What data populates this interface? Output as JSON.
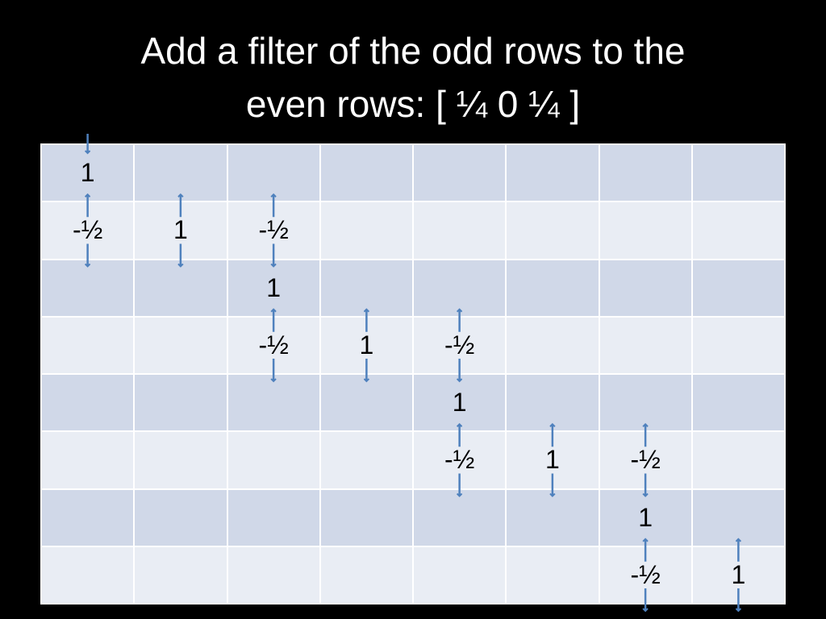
{
  "title": {
    "line1": "Add a filter of the odd rows to the",
    "line2": "even rows: [ ¼ 0 ¼ ]"
  },
  "matrix": {
    "rows": [
      [
        "1",
        "",
        "",
        "",
        "",
        "",
        "",
        ""
      ],
      [
        "-½",
        "1",
        "-½",
        "",
        "",
        "",
        "",
        ""
      ],
      [
        "",
        "",
        "1",
        "",
        "",
        "",
        "",
        ""
      ],
      [
        "",
        "",
        "-½",
        "1",
        "-½",
        "",
        "",
        ""
      ],
      [
        "",
        "",
        "",
        "",
        "1",
        "",
        "",
        ""
      ],
      [
        "",
        "",
        "",
        "",
        "-½",
        "1",
        "-½",
        ""
      ],
      [
        "",
        "",
        "",
        "",
        "",
        "",
        "1",
        ""
      ],
      [
        "",
        "",
        "",
        "",
        "",
        "",
        "-½",
        "1"
      ]
    ]
  },
  "arrows": [
    {
      "row": 0,
      "col": 0,
      "dir": "down",
      "side": "top"
    },
    {
      "row": 1,
      "col": 0,
      "dir": "up",
      "side": "top"
    },
    {
      "row": 1,
      "col": 0,
      "dir": "down",
      "side": "bottom"
    },
    {
      "row": 1,
      "col": 1,
      "dir": "up",
      "side": "top"
    },
    {
      "row": 1,
      "col": 1,
      "dir": "down",
      "side": "bottom"
    },
    {
      "row": 1,
      "col": 2,
      "dir": "up",
      "side": "top"
    },
    {
      "row": 1,
      "col": 2,
      "dir": "down",
      "side": "bottom"
    },
    {
      "row": 3,
      "col": 2,
      "dir": "up",
      "side": "top"
    },
    {
      "row": 3,
      "col": 2,
      "dir": "down",
      "side": "bottom"
    },
    {
      "row": 3,
      "col": 3,
      "dir": "up",
      "side": "top"
    },
    {
      "row": 3,
      "col": 3,
      "dir": "down",
      "side": "bottom"
    },
    {
      "row": 3,
      "col": 4,
      "dir": "up",
      "side": "top"
    },
    {
      "row": 3,
      "col": 4,
      "dir": "down",
      "side": "bottom"
    },
    {
      "row": 5,
      "col": 4,
      "dir": "up",
      "side": "top"
    },
    {
      "row": 5,
      "col": 4,
      "dir": "down",
      "side": "bottom"
    },
    {
      "row": 5,
      "col": 5,
      "dir": "up",
      "side": "top"
    },
    {
      "row": 5,
      "col": 5,
      "dir": "down",
      "side": "bottom"
    },
    {
      "row": 5,
      "col": 6,
      "dir": "up",
      "side": "top"
    },
    {
      "row": 5,
      "col": 6,
      "dir": "down",
      "side": "bottom"
    },
    {
      "row": 7,
      "col": 6,
      "dir": "up",
      "side": "top"
    },
    {
      "row": 7,
      "col": 6,
      "dir": "down",
      "side": "bottom"
    },
    {
      "row": 7,
      "col": 7,
      "dir": "up",
      "side": "top"
    },
    {
      "row": 7,
      "col": 7,
      "dir": "down",
      "side": "bottom"
    }
  ],
  "colors": {
    "background": "#000000",
    "title": "#ffffff",
    "row_odd": "#d0d8e8",
    "row_even": "#e9edf4",
    "arrow": "#4f81bd"
  }
}
